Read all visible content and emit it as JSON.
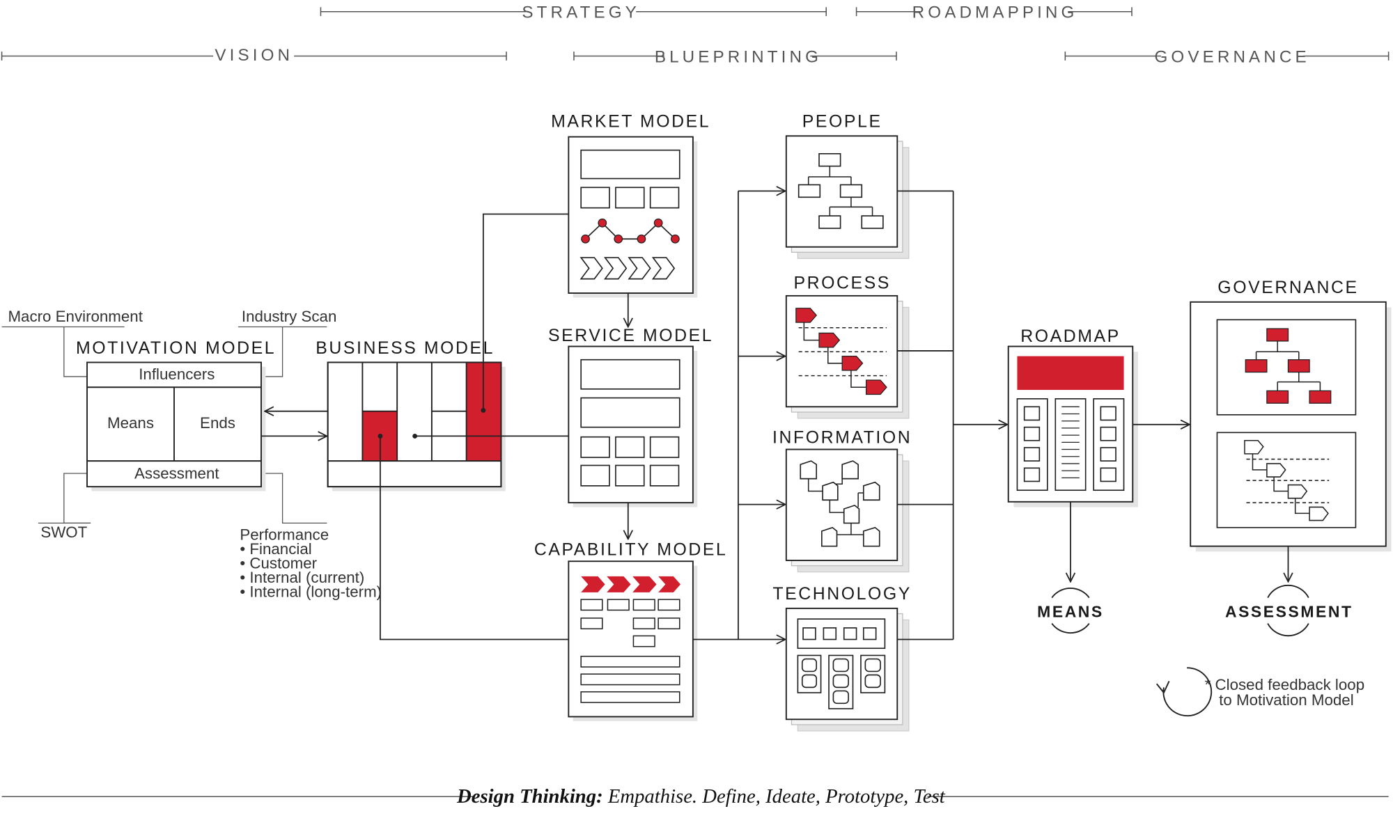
{
  "phases": {
    "strategy": "STRATEGY",
    "roadmapping": "ROADMAPPING",
    "vision": "VISION",
    "blueprinting": "BLUEPRINTING",
    "governance": "GOVERNANCE"
  },
  "motivation": {
    "title": "MOTIVATION MODEL",
    "influencers": "Influencers",
    "means": "Means",
    "ends": "Ends",
    "assessment": "Assessment",
    "macro": "Macro Environment",
    "industry": "Industry Scan",
    "swot": "SWOT",
    "performance": [
      "Performance",
      "• Financial",
      "• Customer",
      "• Internal (current)",
      "• Internal (long-term)"
    ]
  },
  "models": {
    "business": "BUSINESS MODEL",
    "market": "MARKET MODEL",
    "service": "SERVICE MODEL",
    "capability": "CAPABILITY MODEL"
  },
  "architecture": {
    "people": "PEOPLE",
    "process": "PROCESS",
    "information": "INFORMATION",
    "technology": "TECHNOLOGY"
  },
  "roadmap": {
    "title": "ROADMAP",
    "means": "MEANS"
  },
  "governance": {
    "title": "GOVERNANCE",
    "assessment": "ASSESSMENT"
  },
  "feedback": [
    "* Closed feedback loop",
    "to Motivation Model"
  ],
  "footer": {
    "bold": "Design Thinking:",
    "rest": " Empathise. Define, Ideate, Prototype, Test"
  },
  "colors": {
    "accent": "#d11f2e",
    "line": "#222222",
    "shadow": "#e3e3e3"
  }
}
